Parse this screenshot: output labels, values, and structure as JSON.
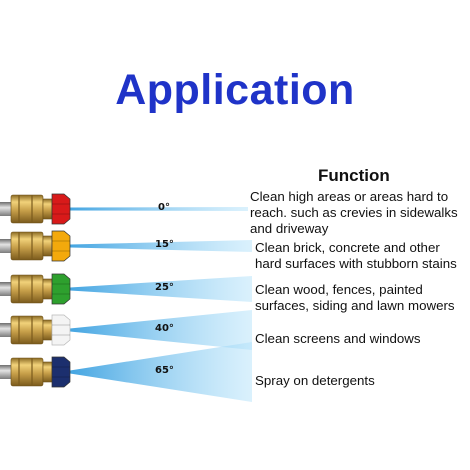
{
  "title": "Application",
  "function_heading": "Function",
  "colors": {
    "title": "#1f33c8",
    "brass": "#c8a04a",
    "spray": "#5fb8e8"
  },
  "nozzles": [
    {
      "angle": "0°",
      "tip_color": "#d81a1a",
      "description": "Clean high areas or areas hard to\nreach. such as crevies in sidewalks\nand driveway"
    },
    {
      "angle": "15°",
      "tip_color": "#f3a90c",
      "description": "Clean brick, concrete and other\nhard surfaces with stubborn stains"
    },
    {
      "angle": "25°",
      "tip_color": "#2ea02e",
      "description": "Clean wood, fences, painted\nsurfaces, siding and lawn mowers"
    },
    {
      "angle": "40°",
      "tip_color": "#f4f4f4",
      "description": "Clean screens and windows"
    },
    {
      "angle": "65°",
      "tip_color": "#1c2f6e",
      "description": "Spray on detergents"
    }
  ]
}
